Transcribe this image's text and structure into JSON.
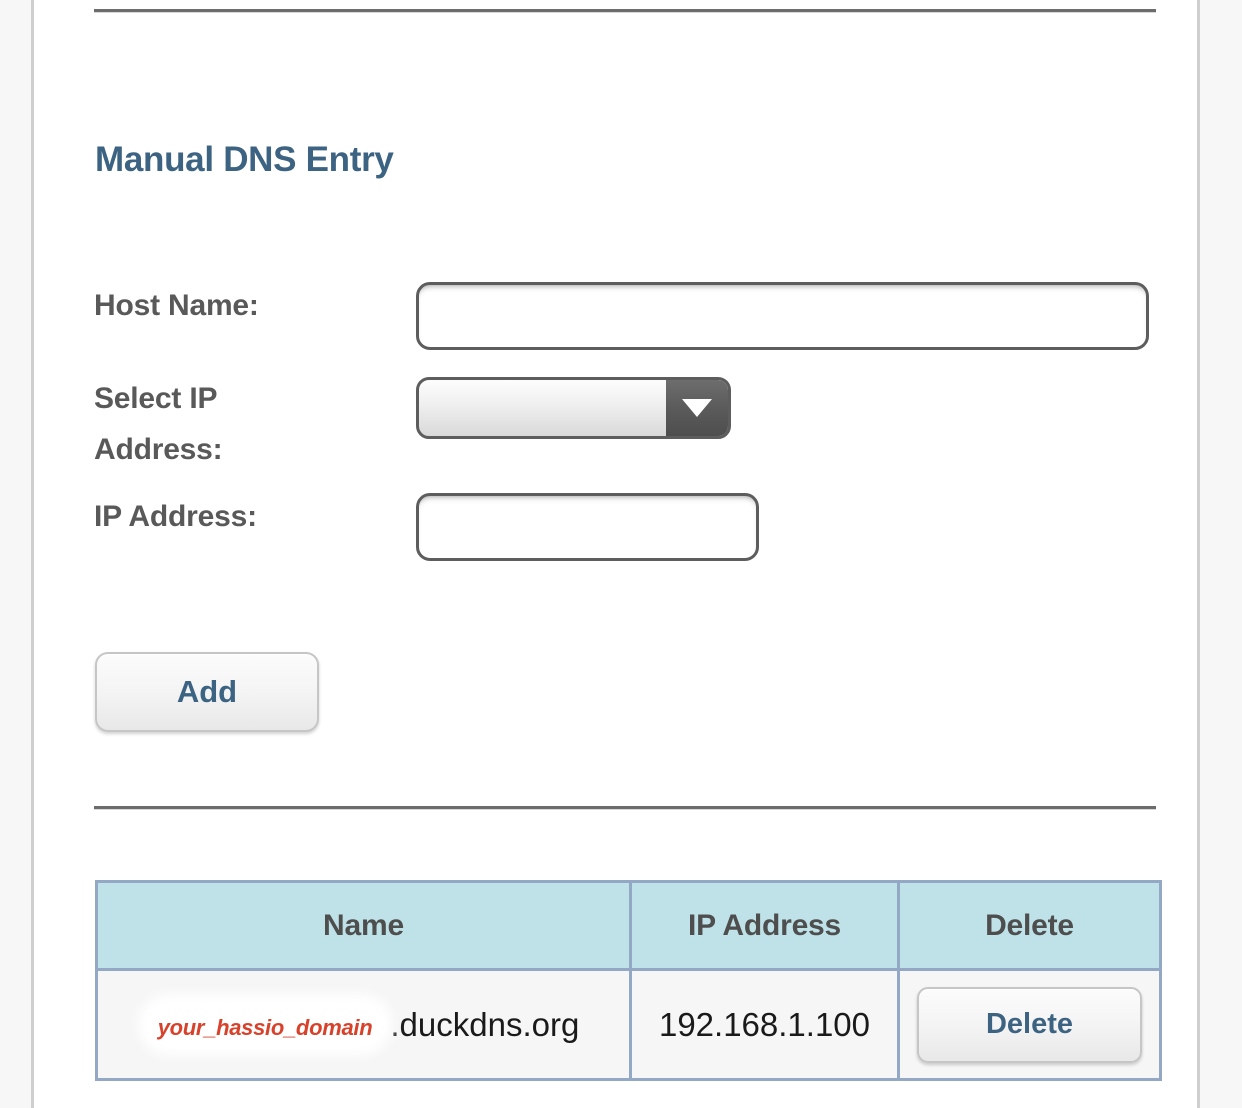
{
  "page": {
    "section_heading": "Manual DNS Entry"
  },
  "form": {
    "host_name": {
      "label": "Host Name:",
      "value": "",
      "placeholder": ""
    },
    "select_ip": {
      "label_line1": "Select IP",
      "label_line2": "Address:",
      "selected_value": "",
      "options": [
        ""
      ],
      "arrow_icon": "chevron-down-icon"
    },
    "ip_address": {
      "label": "IP Address:",
      "value": "",
      "placeholder": ""
    },
    "add_button": "Add"
  },
  "table": {
    "headers": {
      "name": "Name",
      "ip_address": "IP Address",
      "delete": "Delete"
    },
    "rows": [
      {
        "name_redacted": "your_hassio_domain",
        "name_suffix": ".duckdns.org",
        "ip_address": "192.168.1.100",
        "delete_label": "Delete"
      }
    ]
  },
  "colors": {
    "heading": "#3d6382",
    "label": "#595959",
    "table_header_bg": "#bfe2e8",
    "table_border": "#93a8c4",
    "annotation_red": "#d8412a",
    "button_text": "#3d6382",
    "select_arrow_bg": "#5b5b5b"
  }
}
